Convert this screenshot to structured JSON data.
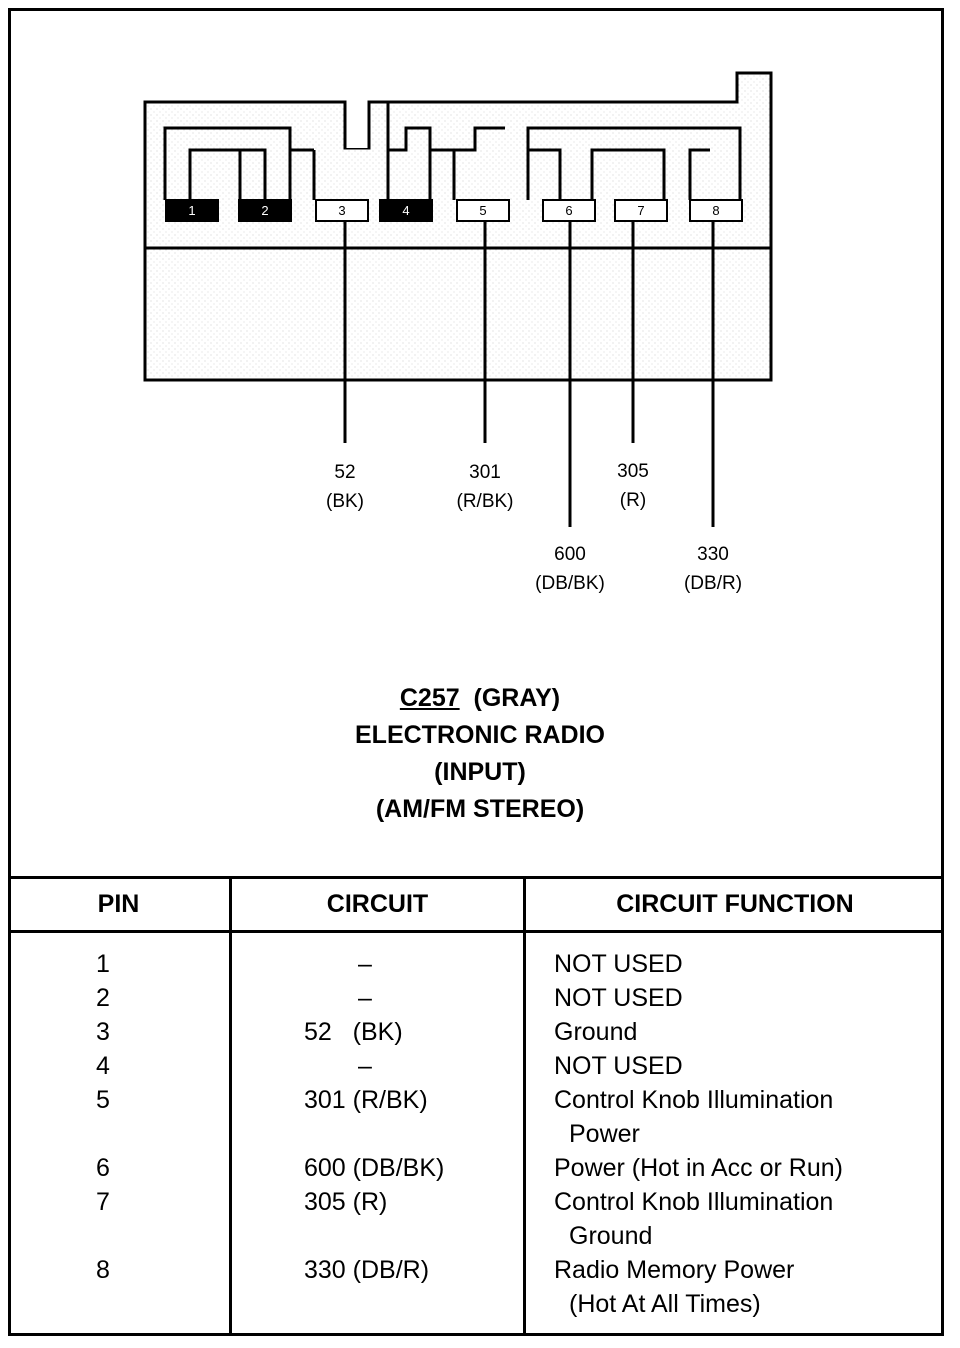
{
  "connector": {
    "id": "C257",
    "color": "(GRAY)",
    "name": "ELECTRONIC RADIO",
    "type": "(INPUT)",
    "subtype": "(AM/FM STEREO)"
  },
  "pins": [
    {
      "label": "1",
      "filled": true
    },
    {
      "label": "2",
      "filled": true
    },
    {
      "label": "3",
      "filled": false
    },
    {
      "label": "4",
      "filled": true
    },
    {
      "label": "5",
      "filled": false
    },
    {
      "label": "6",
      "filled": false
    },
    {
      "label": "7",
      "filled": false
    },
    {
      "label": "8",
      "filled": false
    }
  ],
  "wires": [
    {
      "pin": "3",
      "circuit": "52",
      "color": "(BK)"
    },
    {
      "pin": "5",
      "circuit": "301",
      "color": "(R/BK)"
    },
    {
      "pin": "6",
      "circuit": "600",
      "color": "(DB/BK)"
    },
    {
      "pin": "7",
      "circuit": "305",
      "color": "(R)"
    },
    {
      "pin": "8",
      "circuit": "330",
      "color": "(DB/R)"
    }
  ],
  "table": {
    "headers": [
      "PIN",
      "CIRCUIT",
      "CIRCUIT FUNCTION"
    ],
    "rows": [
      {
        "pin": "1",
        "circuit": "–",
        "function": [
          "NOT USED"
        ]
      },
      {
        "pin": "2",
        "circuit": "–",
        "function": [
          "NOT USED"
        ]
      },
      {
        "pin": "3",
        "circuit": "52   (BK)",
        "function": [
          "Ground"
        ]
      },
      {
        "pin": "4",
        "circuit": "–",
        "function": [
          "NOT USED"
        ]
      },
      {
        "pin": "5",
        "circuit": "301 (R/BK)",
        "function": [
          "Control Knob Illumination",
          "Power"
        ]
      },
      {
        "pin": "6",
        "circuit": "600 (DB/BK)",
        "function": [
          "Power (Hot in Acc or Run)"
        ]
      },
      {
        "pin": "7",
        "circuit": "305 (R)",
        "function": [
          "Control Knob Illumination",
          "Ground"
        ]
      },
      {
        "pin": "8",
        "circuit": "330 (DB/R)",
        "function": [
          "Radio Memory Power",
          "(Hot At All Times)"
        ]
      }
    ]
  }
}
